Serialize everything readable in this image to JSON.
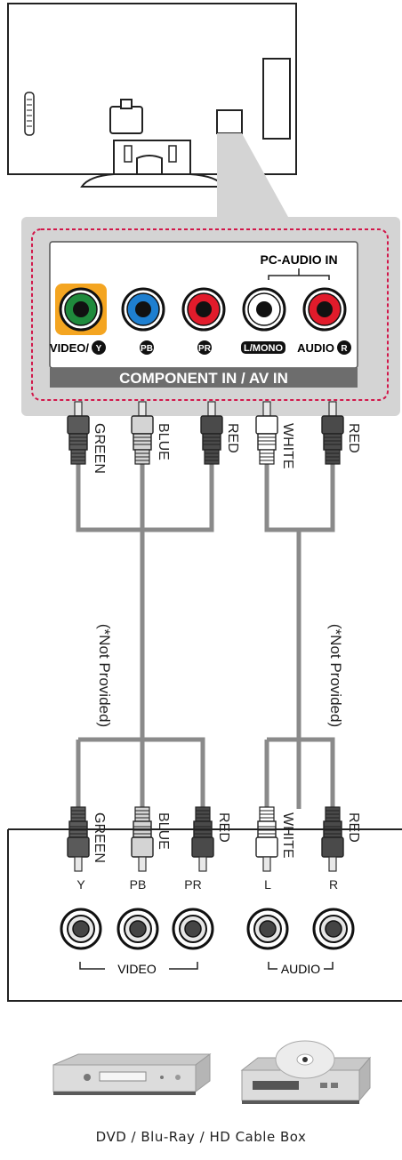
{
  "panel": {
    "pc_audio_label": "PC-AUDIO IN",
    "jacks": [
      {
        "label": "VIDEO/",
        "badge": "Y",
        "color": "#1f8a3c",
        "highlight": true
      },
      {
        "label": "",
        "badge": "PB",
        "color": "#1e7fd0",
        "highlight": false
      },
      {
        "label": "",
        "badge": "PR",
        "color": "#e11b2b",
        "highlight": false
      },
      {
        "label": "L/MONO",
        "badge": "",
        "color": "#ffffff",
        "highlight": false
      },
      {
        "label": "AUDIO",
        "badge": "R",
        "color": "#e11b2b",
        "highlight": false
      }
    ],
    "bar_label": "COMPONENT IN / AV IN"
  },
  "cable_labels": {
    "top": [
      "GREEN",
      "BLUE",
      "RED",
      "WHITE",
      "RED"
    ],
    "bottom": [
      "GREEN",
      "BLUE",
      "RED",
      "WHITE",
      "RED"
    ]
  },
  "not_provided": "(*Not Provided)",
  "device_panel": {
    "port_labels": [
      "Y",
      "PB",
      "PR",
      "L",
      "R"
    ],
    "group_video": "VIDEO",
    "group_audio": "AUDIO"
  },
  "caption": "DVD / Blu-Ray / HD Cable Box"
}
